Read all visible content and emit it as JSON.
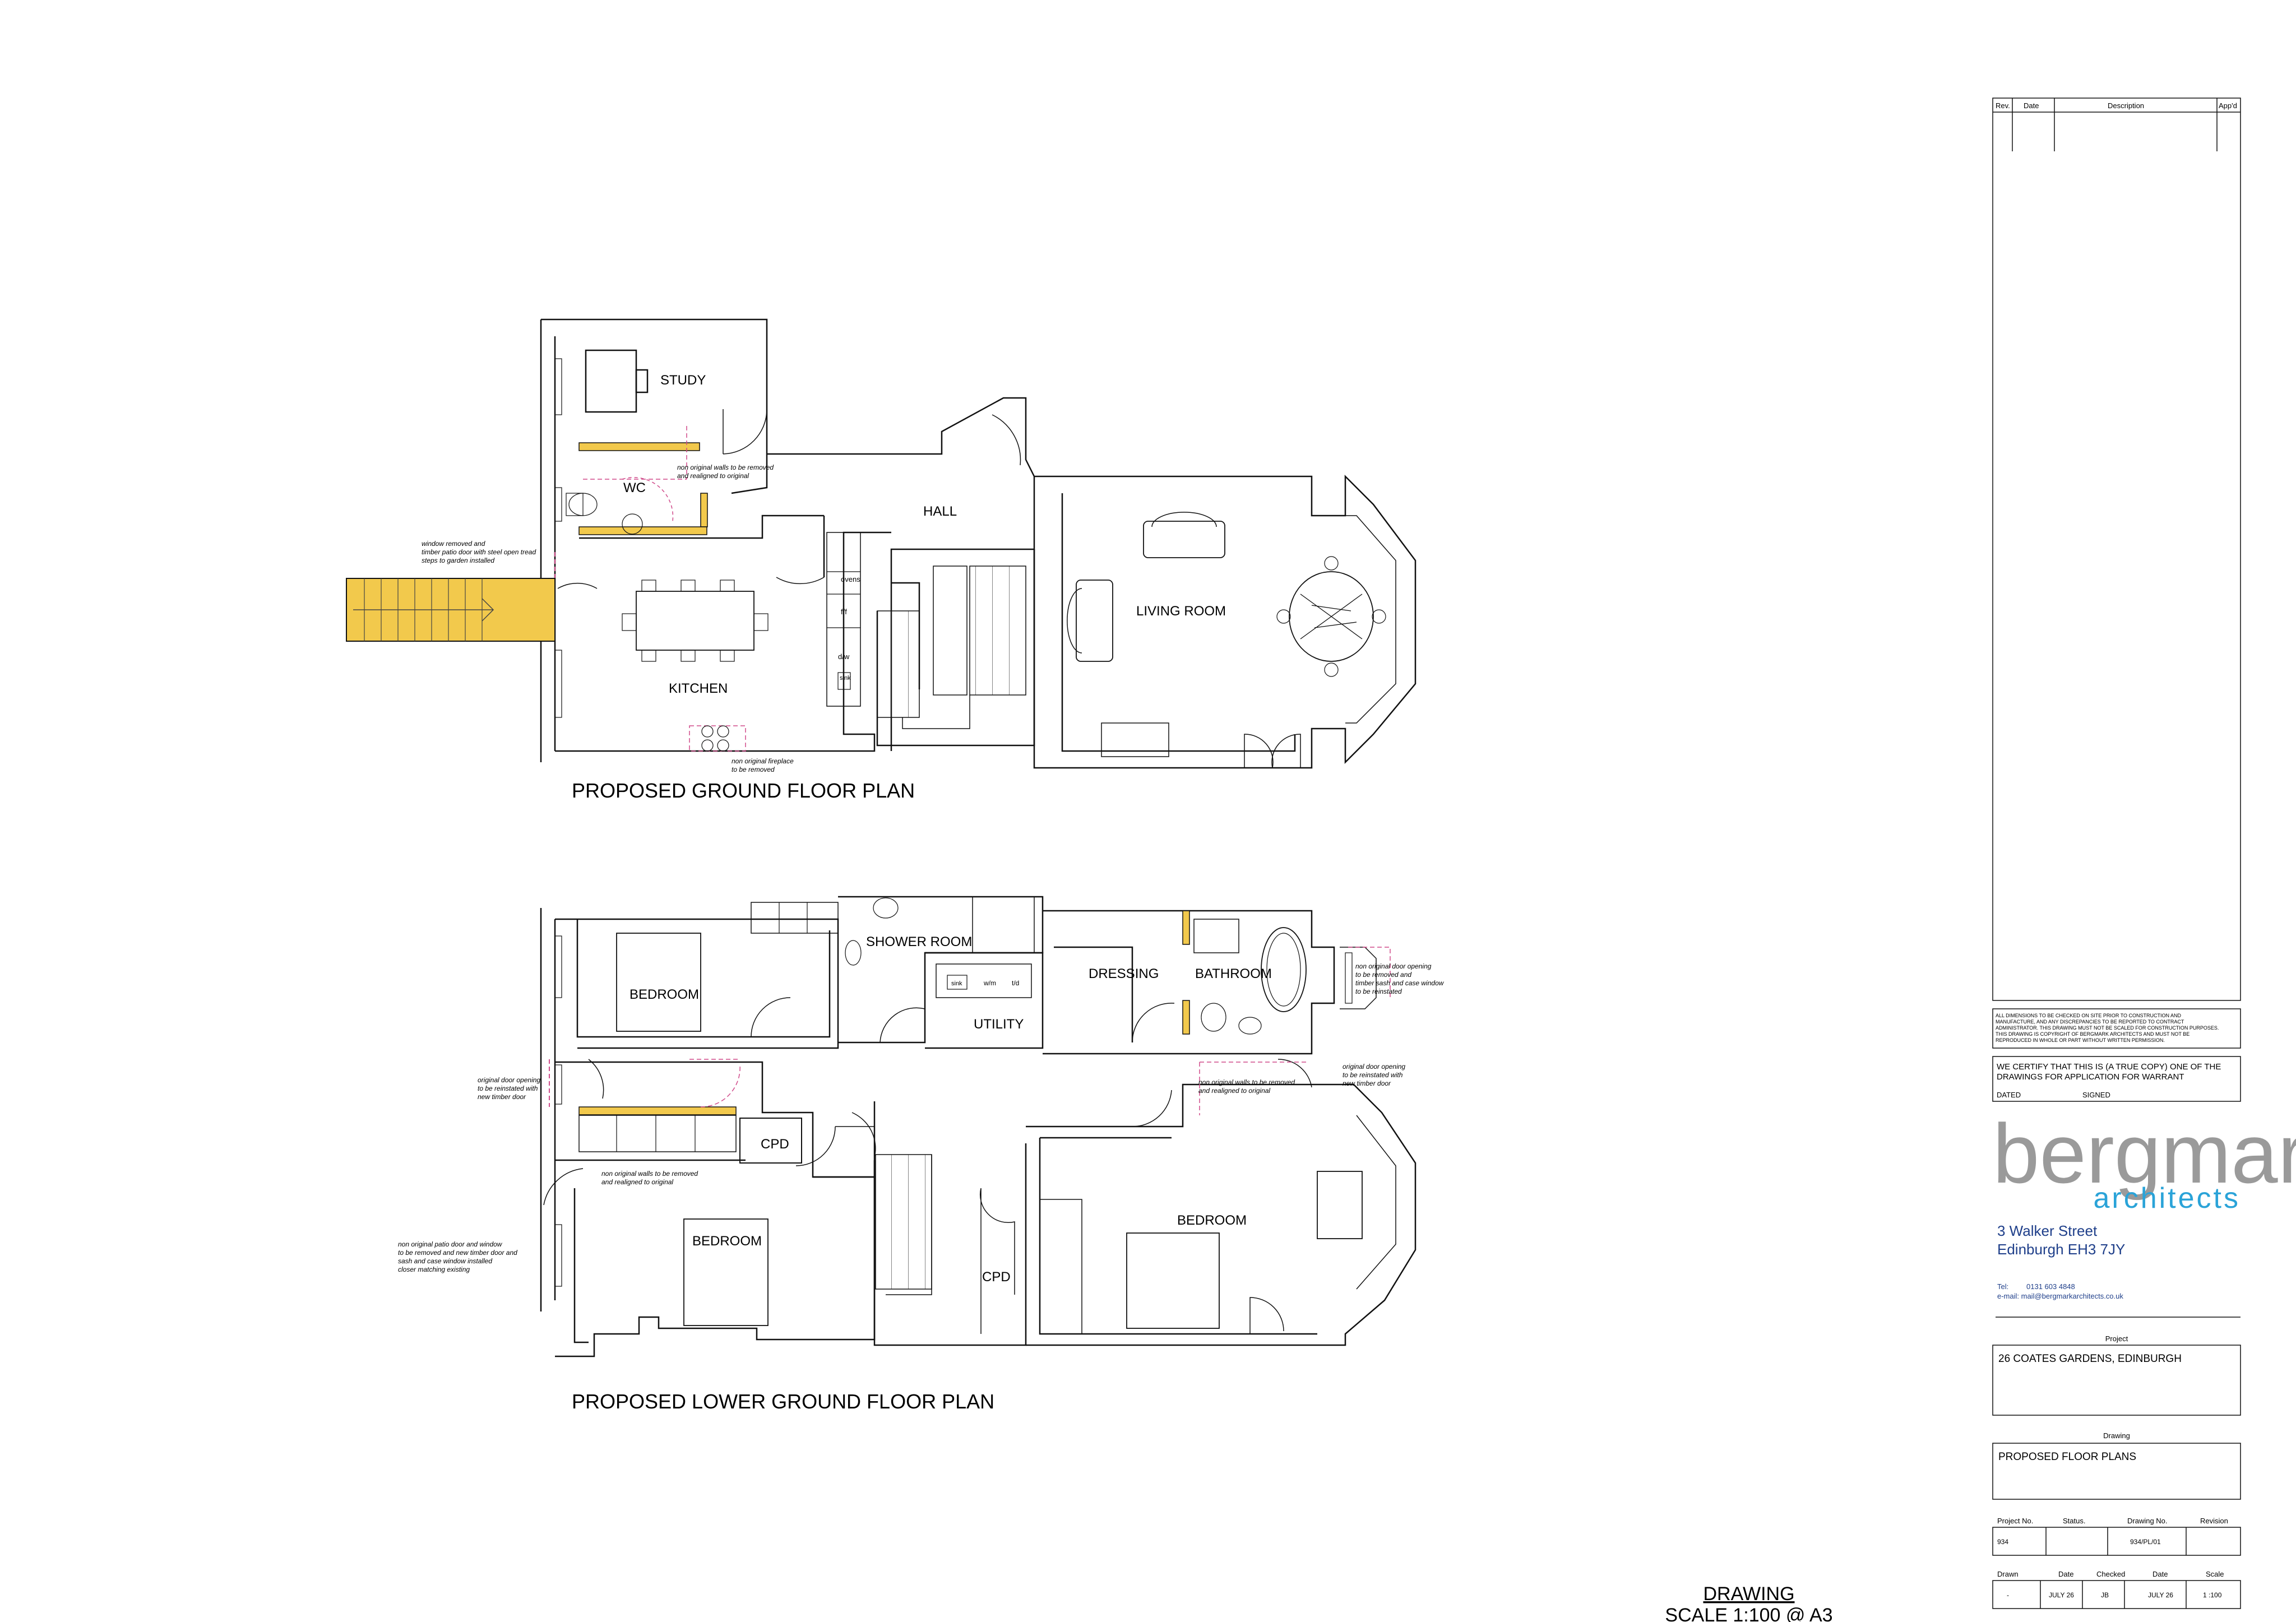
{
  "ground_floor": {
    "title": "PROPOSED GROUND FLOOR  PLAN",
    "rooms": {
      "study": "STUDY",
      "wc": "WC",
      "hall": "HALL",
      "living_room": "LIVING ROOM",
      "kitchen": "KITCHEN"
    },
    "fixtures": {
      "ovens": "ovens",
      "f": "f/f",
      "dw": "d/w",
      "sink": "sink"
    },
    "notes": {
      "non_original_walls": [
        "non original walls to be removed",
        "and realigned to original"
      ],
      "window_removed": [
        "window removed and",
        "timber patio door with steel open tread",
        "steps to garden installed"
      ],
      "fireplace": [
        "non original fireplace",
        "to be removed"
      ]
    }
  },
  "lower_floor": {
    "title": "PROPOSED LOWER GROUND FLOOR  PLAN",
    "rooms": {
      "bedroom_1": "BEDROOM",
      "shower_room": "SHOWER ROOM",
      "dressing": "DRESSING",
      "bathroom": "BATHROOM",
      "utility": "UTILITY",
      "cpd_1": "CPD",
      "bedroom_2": "BEDROOM",
      "bedroom_3": "BEDROOM",
      "cpd_2": "CPD"
    },
    "fixtures": {
      "sink": "sink",
      "wm": "w/m",
      "td": "t/d"
    },
    "notes": {
      "door_opening_right": [
        "non original door opening",
        "to be removed and",
        "timber sash and case window",
        "to be reinstated"
      ],
      "door_opening_left": [
        "original door opening",
        "to be reinstated with",
        "new timber door"
      ],
      "door_opening_mid": [
        "original door opening",
        "to be reinstated with",
        "new timber door"
      ],
      "walls_mid": [
        "non original walls to be removed",
        "and realigned to original"
      ],
      "walls_left": [
        "non original walls to be removed",
        "and realigned to original"
      ],
      "patio_door": [
        "non original patio door and window",
        "to be removed and new timber door and",
        "sash and case window installed",
        "closer matching existing"
      ]
    }
  },
  "scale_note": {
    "line1": "DRAWING",
    "line2": "SCALE 1:100 @ A3"
  },
  "title_block": {
    "revision_headers": {
      "rev": "Rev.",
      "date": "Date",
      "description": "Description",
      "appd": "App'd"
    },
    "disclaimer": [
      "ALL DIMENSIONS TO BE CHECKED ON SITE PRIOR TO CONSTRUCTION AND",
      "MANUFACTURE, AND ANY DISCREPANCIES TO BE REPORTED TO CONTRACT",
      "ADMINISTRATOR. THIS DRAWING MUST NOT BE SCALED FOR CONSTRUCTION PURPOSES.",
      "THIS DRAWING IS COPYRIGHT OF BERGMARK ARCHITECTS AND MUST NOT BE",
      "REPRODUCED IN WHOLE OR PART WITHOUT WRITTEN PERMISSION."
    ],
    "certify": [
      "WE CERTIFY THAT THIS IS (A TRUE COPY) ONE OF THE",
      "DRAWINGS FOR APPLICATION FOR WARRANT"
    ],
    "dated": "DATED",
    "signed": "SIGNED",
    "logo_main": "bergmark",
    "logo_sub": "architects",
    "address1": "3 Walker Street",
    "address2": "Edinburgh EH3 7JY",
    "tel_label": "Tel:",
    "tel": "0131 603 4848",
    "email": "e-mail: mail@bergmarkarchitects.co.uk",
    "project_label": "Project",
    "project": "26 COATES GARDENS,  EDINBURGH",
    "drawing_label": "Drawing",
    "drawing": "PROPOSED FLOOR PLANS",
    "row1_headers": {
      "project_no": "Project No.",
      "status": "Status.",
      "drawing_no": "Drawing No.",
      "revision": "Revision"
    },
    "row1_values": {
      "project_no": "934",
      "status": "",
      "drawing_no": "934/PL/01",
      "revision": ""
    },
    "row2_headers": {
      "drawn": "Drawn",
      "date": "Date",
      "checked": "Checked",
      "date2": "Date",
      "scale": "Scale"
    },
    "row2_values": {
      "drawn": "-",
      "date": "JULY 26",
      "checked": "JB",
      "date2": "JULY 26",
      "scale": "1 :100"
    }
  },
  "colors": {
    "new_wall": "#f2c94c",
    "removed": "#d04a8a",
    "logo_grey": "#9a9a9a",
    "logo_blue": "#2aa3d8",
    "address_blue": "#1f3f8a"
  }
}
